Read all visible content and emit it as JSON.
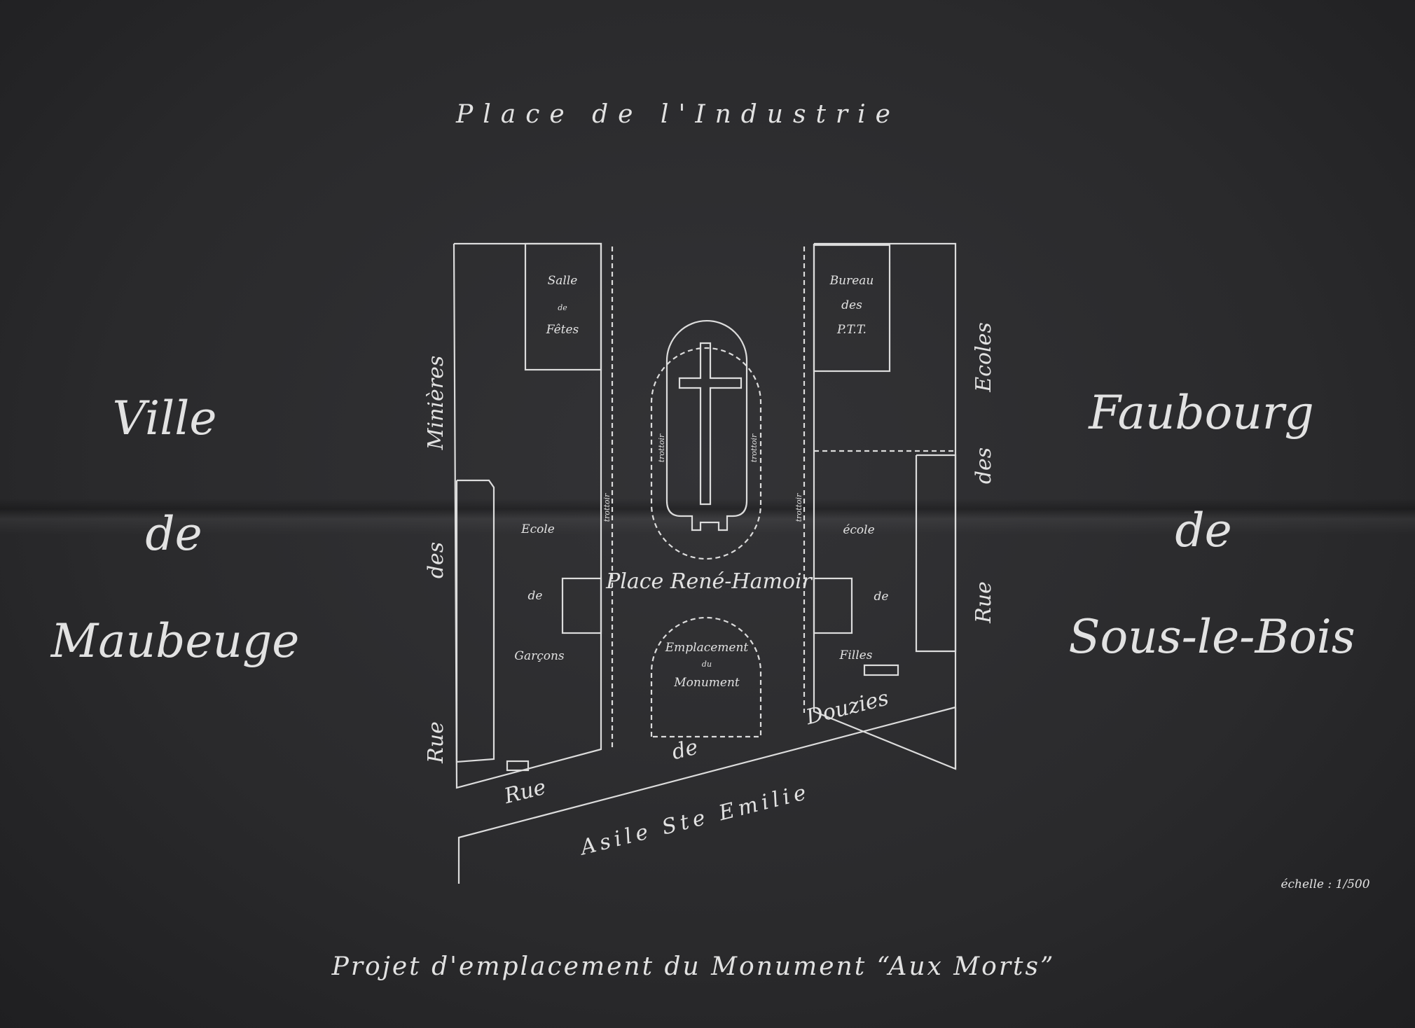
{
  "north_street": "Place de l'Industrie",
  "left_town": {
    "line1": "Ville",
    "line2": "de",
    "line3": "Maubeuge"
  },
  "right_town": {
    "line1": "Faubourg",
    "line2": "de",
    "line3": "Sous-le-Bois"
  },
  "left_street": {
    "w1": "Rue",
    "w2": "des",
    "w3": "Minières"
  },
  "right_street": {
    "w1": "Rue",
    "w2": "des",
    "w3": "Ecoles"
  },
  "bottom_street": {
    "w1": "Rue",
    "w2": "de",
    "w3": "Douzies"
  },
  "asile_street": "Asile Ste Emilie",
  "buildings": {
    "salle": {
      "l1": "Salle",
      "l2": "de",
      "l3": "Fêtes"
    },
    "bureau": {
      "l1": "Bureau",
      "l2": "des",
      "l3": "P.T.T."
    },
    "ecole_garcons": {
      "l1": "Ecole",
      "l2": "de",
      "l3": "Garçons"
    },
    "ecole_filles": {
      "l1": "école",
      "l2": "de",
      "l3": "Filles"
    }
  },
  "square_name": "Place René-Hamoir",
  "trottoir": "trottoir",
  "monument_site": {
    "l1": "Emplacement",
    "l2": "du",
    "l3": "Monument"
  },
  "scale": "échelle : 1/500",
  "title": "Projet d'emplacement du Monument “Aux Morts”"
}
